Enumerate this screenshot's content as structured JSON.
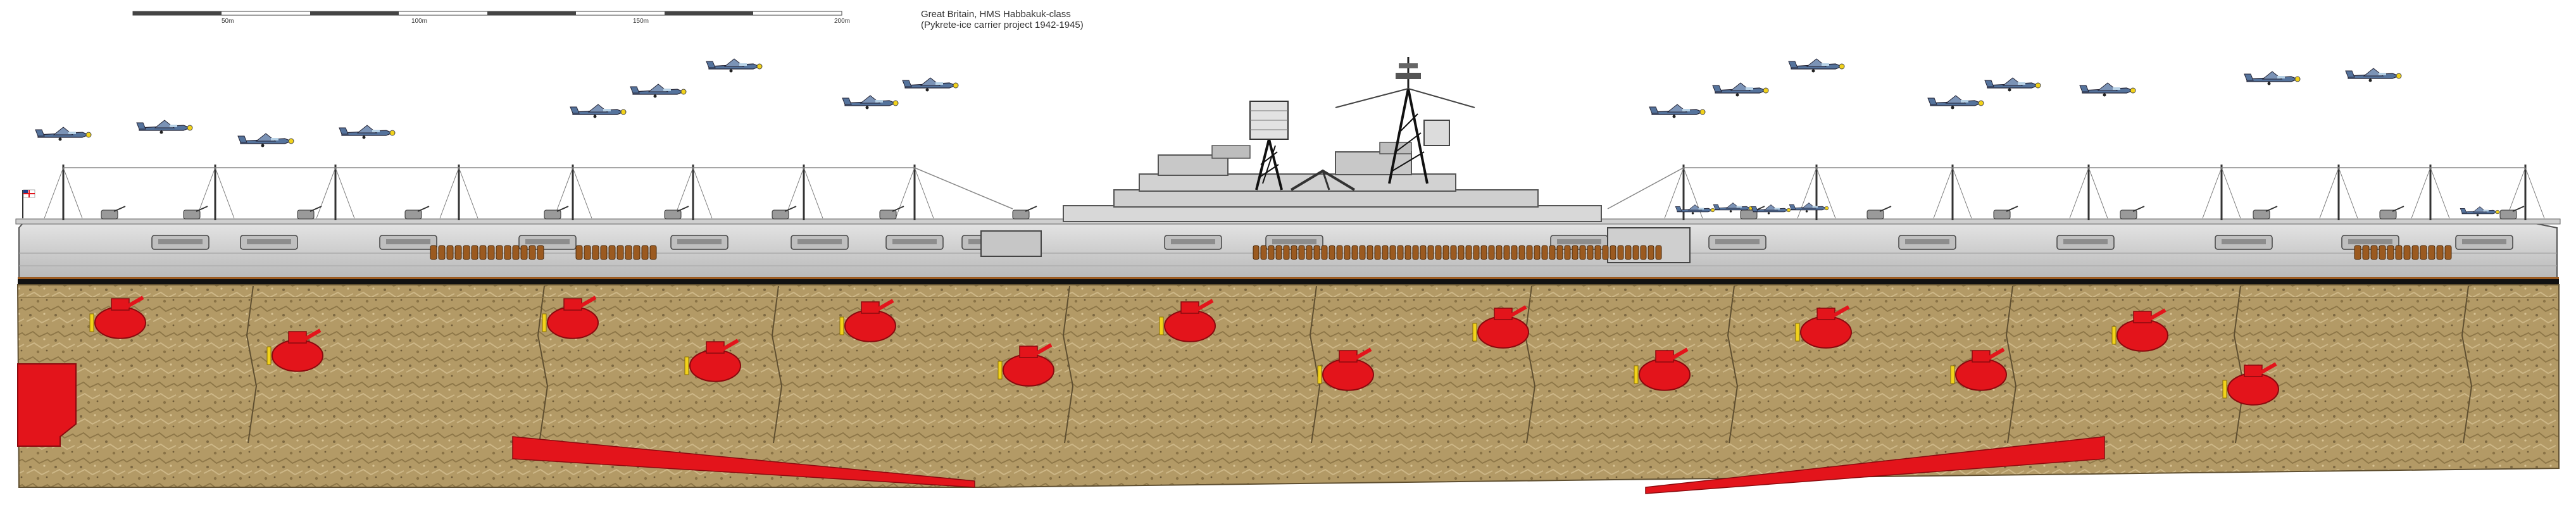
{
  "caption": {
    "line1": "Great Britain, HMS Habbakuk-class",
    "line2": "(Pykrete-ice carrier project 1942-1945)"
  },
  "scale_bar": {
    "labels": [
      "50m",
      "100m",
      "150m",
      "200m"
    ]
  },
  "colors": {
    "hull_upper": "#d4d4d4",
    "pykrete": "#b39a66",
    "pykrete_dark": "#7c6842",
    "propulsion_red": "#e3141b",
    "deck_black": "#111111",
    "boat_brown": "#9b5a20",
    "aircraft_blue": "#55739c"
  },
  "icons": {
    "aircraft": "fighter-plane-icon",
    "motor": "propulsion-pod-icon",
    "ensign": "white-ensign-flag-icon"
  }
}
